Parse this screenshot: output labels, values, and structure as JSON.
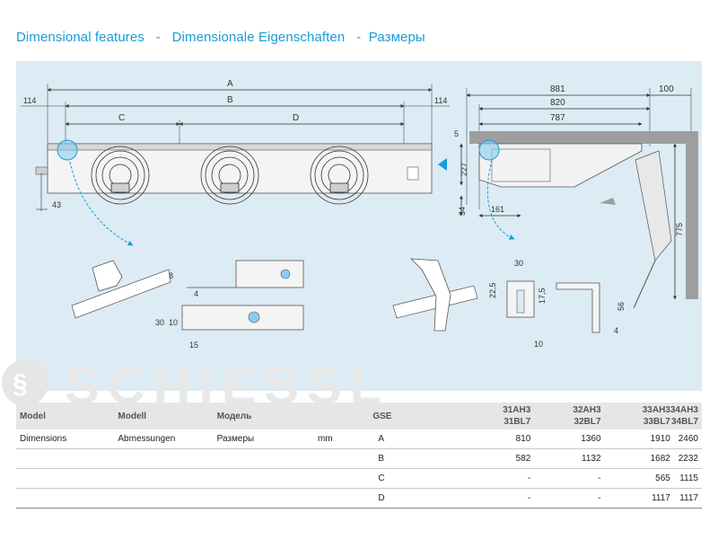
{
  "heading": "Dimensional features   -   Dimensionale Eigenschaften   -  Размеры",
  "brand": "SCHIESSL",
  "drawing_labels": {
    "front": {
      "A": "A",
      "B": "B",
      "C": "C",
      "D": "D",
      "left_margin": "114",
      "right_margin": "114",
      "height": "43"
    },
    "side": {
      "w881": "881",
      "w820": "820",
      "w787": "787",
      "w100": "100",
      "h5": "5",
      "h227": "227",
      "h34": "34",
      "w161": "161",
      "h775": "775"
    },
    "detail_left": {
      "d8": "8",
      "d4": "4",
      "d30": "30",
      "d10": "10",
      "d15": "15"
    },
    "detail_right": {
      "d30": "30",
      "d22_5": "22,5",
      "d17_5": "17,5",
      "d10": "10",
      "d56": "56",
      "d4": "4"
    }
  },
  "table": {
    "header": {
      "model_en": "Model",
      "model_de": "Modell",
      "model_ru": "Модель",
      "gse": "GSE",
      "models": [
        {
          "line1": "31AH3",
          "line2": "31BL7"
        },
        {
          "line1": "32AH3",
          "line2": "32BL7"
        },
        {
          "line1": "33AH3",
          "line2": "33BL7"
        },
        {
          "line1": "34AH3",
          "line2": "34BL7"
        }
      ]
    },
    "rows": [
      {
        "en": "Dimensions",
        "de": "Abmessungen",
        "ru": "Размеры",
        "unit": "mm",
        "key": "A",
        "values": [
          "810",
          "1360",
          "1910",
          "2460"
        ]
      },
      {
        "en": "",
        "de": "",
        "ru": "",
        "unit": "",
        "key": "B",
        "values": [
          "582",
          "1132",
          "1682",
          "2232"
        ]
      },
      {
        "en": "",
        "de": "",
        "ru": "",
        "unit": "",
        "key": "C",
        "values": [
          "-",
          "-",
          "565",
          "1115"
        ]
      },
      {
        "en": "",
        "de": "",
        "ru": "",
        "unit": "",
        "key": "D",
        "values": [
          "-",
          "-",
          "1117",
          "1117"
        ]
      }
    ]
  }
}
